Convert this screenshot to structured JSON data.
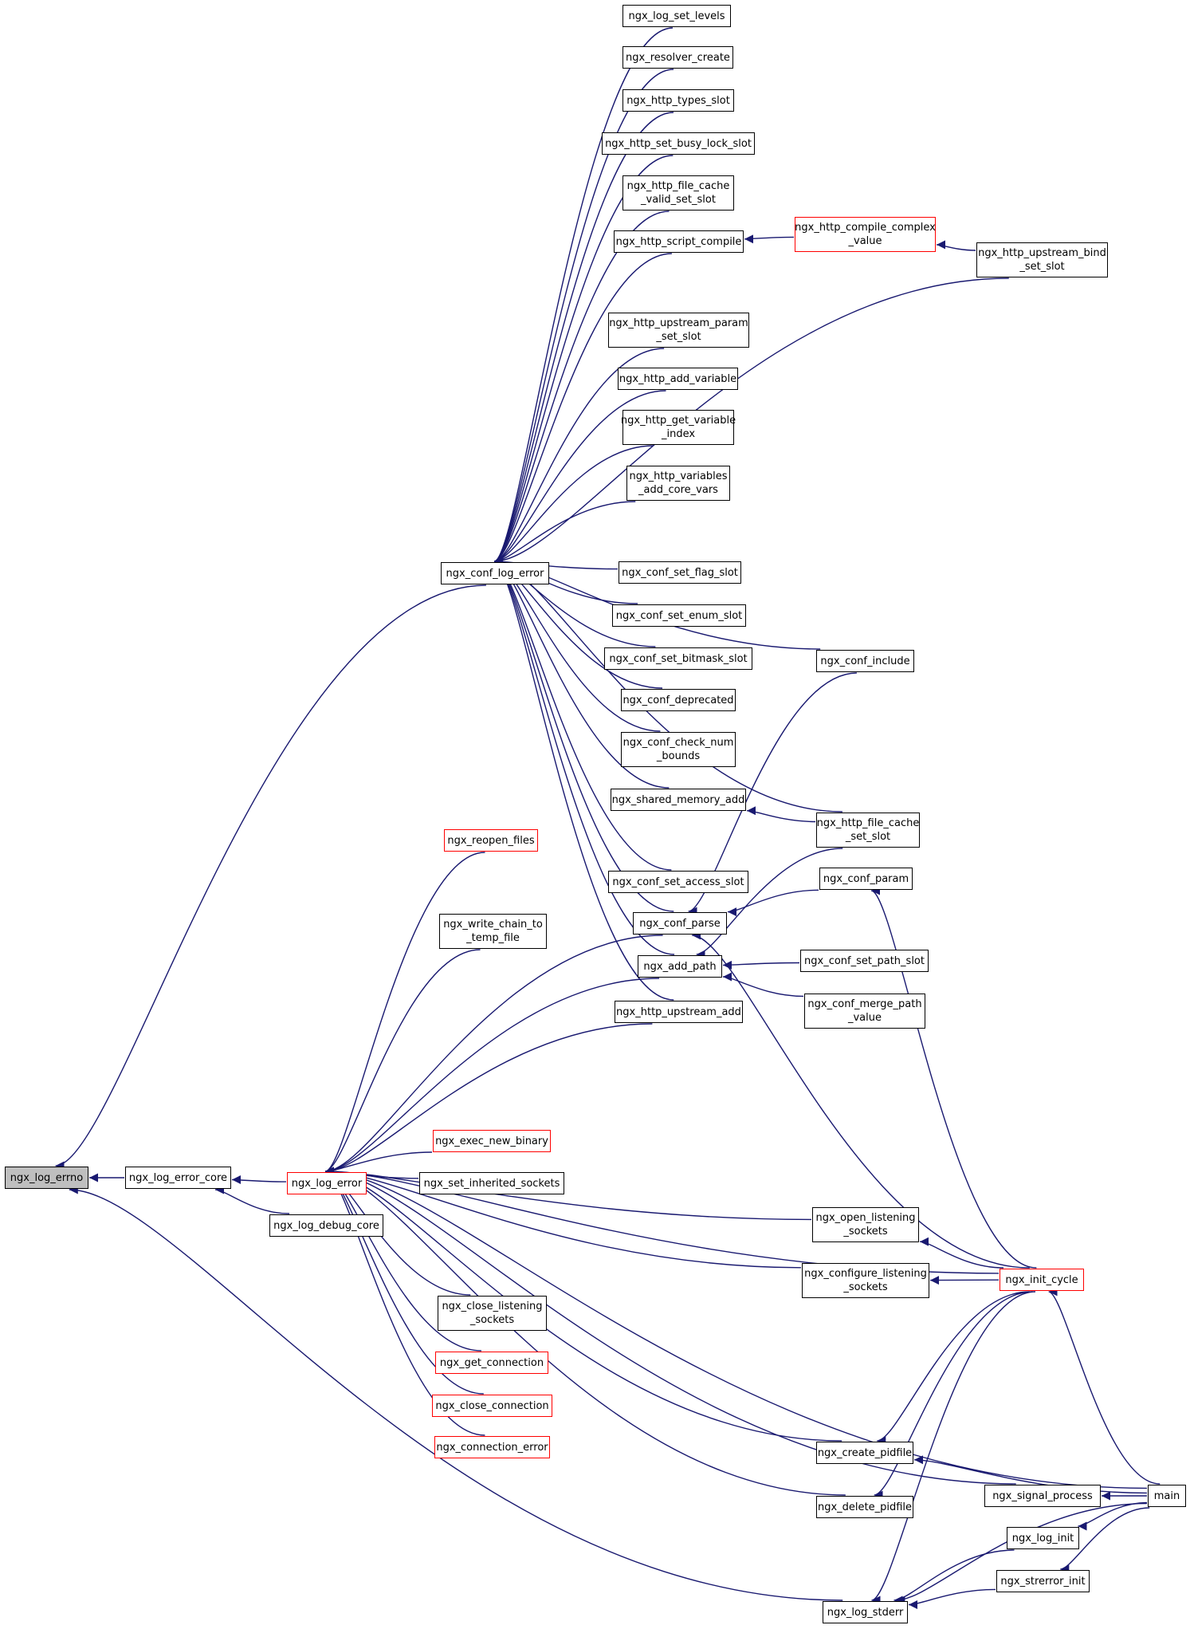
{
  "diagram": {
    "colors": {
      "edge": "#191970",
      "border": "#000000",
      "truncated_border": "#ff0000",
      "root_fill": "#bfbfbf"
    },
    "nodes": [
      {
        "id": "ngx_log_errno",
        "label": "ngx_log_errno",
        "root": true
      },
      {
        "id": "ngx_log_error_core",
        "label": "ngx_log_error_core"
      },
      {
        "id": "ngx_log_error",
        "label": "ngx_log_error",
        "truncated": true
      },
      {
        "id": "ngx_log_debug_core",
        "label": "ngx_log_debug_core"
      },
      {
        "id": "ngx_conf_log_error",
        "label": "ngx_conf_log_error"
      },
      {
        "id": "ngx_log_set_levels",
        "label": "ngx_log_set_levels"
      },
      {
        "id": "ngx_resolver_create",
        "label": "ngx_resolver_create"
      },
      {
        "id": "ngx_http_types_slot",
        "label": "ngx_http_types_slot"
      },
      {
        "id": "ngx_http_set_busy_lock_slot",
        "label": "ngx_http_set_busy_lock_slot"
      },
      {
        "id": "ngx_http_file_cache_valid_set_slot",
        "label": "ngx_http_file_cache\n_valid_set_slot"
      },
      {
        "id": "ngx_http_script_compile",
        "label": "ngx_http_script_compile"
      },
      {
        "id": "ngx_http_compile_complex_value",
        "label": "ngx_http_compile_complex\n_value",
        "truncated": true
      },
      {
        "id": "ngx_http_upstream_bind_set_slot",
        "label": "ngx_http_upstream_bind\n_set_slot"
      },
      {
        "id": "ngx_http_upstream_param_set_slot",
        "label": "ngx_http_upstream_param\n_set_slot"
      },
      {
        "id": "ngx_http_add_variable",
        "label": "ngx_http_add_variable"
      },
      {
        "id": "ngx_http_get_variable_index",
        "label": "ngx_http_get_variable\n_index"
      },
      {
        "id": "ngx_http_variables_add_core_vars",
        "label": "ngx_http_variables\n_add_core_vars"
      },
      {
        "id": "ngx_conf_set_flag_slot",
        "label": "ngx_conf_set_flag_slot"
      },
      {
        "id": "ngx_conf_set_enum_slot",
        "label": "ngx_conf_set_enum_slot"
      },
      {
        "id": "ngx_conf_set_bitmask_slot",
        "label": "ngx_conf_set_bitmask_slot"
      },
      {
        "id": "ngx_conf_deprecated",
        "label": "ngx_conf_deprecated"
      },
      {
        "id": "ngx_conf_check_num_bounds",
        "label": "ngx_conf_check_num\n_bounds"
      },
      {
        "id": "ngx_shared_memory_add",
        "label": "ngx_shared_memory_add"
      },
      {
        "id": "ngx_conf_include",
        "label": "ngx_conf_include"
      },
      {
        "id": "ngx_http_file_cache_set_slot",
        "label": "ngx_http_file_cache\n_set_slot"
      },
      {
        "id": "ngx_reopen_files",
        "label": "ngx_reopen_files",
        "truncated": true
      },
      {
        "id": "ngx_conf_set_access_slot",
        "label": "ngx_conf_set_access_slot"
      },
      {
        "id": "ngx_conf_param",
        "label": "ngx_conf_param"
      },
      {
        "id": "ngx_write_chain_to_temp_file",
        "label": "ngx_write_chain_to\n_temp_file"
      },
      {
        "id": "ngx_conf_parse",
        "label": "ngx_conf_parse"
      },
      {
        "id": "ngx_add_path",
        "label": "ngx_add_path"
      },
      {
        "id": "ngx_conf_set_path_slot",
        "label": "ngx_conf_set_path_slot"
      },
      {
        "id": "ngx_http_upstream_add",
        "label": "ngx_http_upstream_add"
      },
      {
        "id": "ngx_conf_merge_path_value",
        "label": "ngx_conf_merge_path\n_value"
      },
      {
        "id": "ngx_exec_new_binary",
        "label": "ngx_exec_new_binary",
        "truncated": true
      },
      {
        "id": "ngx_set_inherited_sockets",
        "label": "ngx_set_inherited_sockets"
      },
      {
        "id": "ngx_open_listening_sockets",
        "label": "ngx_open_listening\n_sockets"
      },
      {
        "id": "ngx_configure_listening_sockets",
        "label": "ngx_configure_listening\n_sockets"
      },
      {
        "id": "ngx_init_cycle",
        "label": "ngx_init_cycle",
        "truncated": true
      },
      {
        "id": "ngx_close_listening_sockets",
        "label": "ngx_close_listening\n_sockets"
      },
      {
        "id": "ngx_get_connection",
        "label": "ngx_get_connection",
        "truncated": true
      },
      {
        "id": "ngx_close_connection",
        "label": "ngx_close_connection",
        "truncated": true
      },
      {
        "id": "ngx_connection_error",
        "label": "ngx_connection_error",
        "truncated": true
      },
      {
        "id": "ngx_create_pidfile",
        "label": "ngx_create_pidfile"
      },
      {
        "id": "ngx_signal_process",
        "label": "ngx_signal_process"
      },
      {
        "id": "main",
        "label": "main"
      },
      {
        "id": "ngx_delete_pidfile",
        "label": "ngx_delete_pidfile"
      },
      {
        "id": "ngx_log_init",
        "label": "ngx_log_init"
      },
      {
        "id": "ngx_strerror_init",
        "label": "ngx_strerror_init"
      },
      {
        "id": "ngx_log_stderr",
        "label": "ngx_log_stderr"
      }
    ],
    "edges": [
      [
        "ngx_log_error_core",
        "ngx_log_errno"
      ],
      [
        "ngx_conf_log_error",
        "ngx_log_errno"
      ],
      [
        "ngx_log_stderr",
        "ngx_log_errno"
      ],
      [
        "ngx_log_error",
        "ngx_log_error_core"
      ],
      [
        "ngx_log_debug_core",
        "ngx_log_error_core"
      ],
      [
        "ngx_log_set_levels",
        "ngx_conf_log_error"
      ],
      [
        "ngx_resolver_create",
        "ngx_conf_log_error"
      ],
      [
        "ngx_http_types_slot",
        "ngx_conf_log_error"
      ],
      [
        "ngx_http_set_busy_lock_slot",
        "ngx_conf_log_error"
      ],
      [
        "ngx_http_file_cache_valid_set_slot",
        "ngx_conf_log_error"
      ],
      [
        "ngx_http_script_compile",
        "ngx_conf_log_error"
      ],
      [
        "ngx_http_upstream_bind_set_slot",
        "ngx_conf_log_error"
      ],
      [
        "ngx_http_upstream_param_set_slot",
        "ngx_conf_log_error"
      ],
      [
        "ngx_http_add_variable",
        "ngx_conf_log_error"
      ],
      [
        "ngx_http_get_variable_index",
        "ngx_conf_log_error"
      ],
      [
        "ngx_http_variables_add_core_vars",
        "ngx_conf_log_error"
      ],
      [
        "ngx_conf_include",
        "ngx_conf_log_error"
      ],
      [
        "ngx_conf_set_flag_slot",
        "ngx_conf_log_error"
      ],
      [
        "ngx_conf_set_enum_slot",
        "ngx_conf_log_error"
      ],
      [
        "ngx_conf_set_bitmask_slot",
        "ngx_conf_log_error"
      ],
      [
        "ngx_conf_deprecated",
        "ngx_conf_log_error"
      ],
      [
        "ngx_conf_check_num_bounds",
        "ngx_conf_log_error"
      ],
      [
        "ngx_shared_memory_add",
        "ngx_conf_log_error"
      ],
      [
        "ngx_http_file_cache_set_slot",
        "ngx_conf_log_error"
      ],
      [
        "ngx_conf_set_access_slot",
        "ngx_conf_log_error"
      ],
      [
        "ngx_conf_parse",
        "ngx_conf_log_error"
      ],
      [
        "ngx_add_path",
        "ngx_conf_log_error"
      ],
      [
        "ngx_http_upstream_add",
        "ngx_conf_log_error"
      ],
      [
        "ngx_http_compile_complex_value",
        "ngx_http_script_compile"
      ],
      [
        "ngx_http_upstream_bind_set_slot",
        "ngx_http_compile_complex_value"
      ],
      [
        "ngx_http_file_cache_set_slot",
        "ngx_shared_memory_add"
      ],
      [
        "ngx_conf_include",
        "ngx_conf_parse"
      ],
      [
        "ngx_conf_param",
        "ngx_conf_parse"
      ],
      [
        "ngx_init_cycle",
        "ngx_conf_parse"
      ],
      [
        "ngx_http_file_cache_set_slot",
        "ngx_add_path"
      ],
      [
        "ngx_conf_set_path_slot",
        "ngx_add_path"
      ],
      [
        "ngx_conf_merge_path_value",
        "ngx_add_path"
      ],
      [
        "ngx_init_cycle",
        "ngx_conf_param"
      ],
      [
        "ngx_reopen_files",
        "ngx_log_error"
      ],
      [
        "ngx_conf_parse",
        "ngx_log_error"
      ],
      [
        "ngx_write_chain_to_temp_file",
        "ngx_log_error"
      ],
      [
        "ngx_add_path",
        "ngx_log_error"
      ],
      [
        "ngx_http_upstream_add",
        "ngx_log_error"
      ],
      [
        "ngx_init_cycle",
        "ngx_log_error"
      ],
      [
        "main",
        "ngx_log_error"
      ],
      [
        "ngx_exec_new_binary",
        "ngx_log_error"
      ],
      [
        "ngx_set_inherited_sockets",
        "ngx_log_error"
      ],
      [
        "ngx_open_listening_sockets",
        "ngx_log_error"
      ],
      [
        "ngx_configure_listening_sockets",
        "ngx_log_error"
      ],
      [
        "ngx_close_listening_sockets",
        "ngx_log_error"
      ],
      [
        "ngx_get_connection",
        "ngx_log_error"
      ],
      [
        "ngx_close_connection",
        "ngx_log_error"
      ],
      [
        "ngx_connection_error",
        "ngx_log_error"
      ],
      [
        "ngx_create_pidfile",
        "ngx_log_error"
      ],
      [
        "ngx_delete_pidfile",
        "ngx_log_error"
      ],
      [
        "ngx_signal_process",
        "ngx_log_error"
      ],
      [
        "ngx_init_cycle",
        "ngx_open_listening_sockets"
      ],
      [
        "ngx_init_cycle",
        "ngx_configure_listening_sockets"
      ],
      [
        "main",
        "ngx_init_cycle"
      ],
      [
        "ngx_init_cycle",
        "ngx_create_pidfile"
      ],
      [
        "main",
        "ngx_create_pidfile"
      ],
      [
        "ngx_init_cycle",
        "ngx_delete_pidfile"
      ],
      [
        "main",
        "ngx_signal_process"
      ],
      [
        "main",
        "ngx_log_init"
      ],
      [
        "main",
        "ngx_strerror_init"
      ],
      [
        "ngx_init_cycle",
        "ngx_log_stderr"
      ],
      [
        "ngx_log_init",
        "ngx_log_stderr"
      ],
      [
        "ngx_strerror_init",
        "ngx_log_stderr"
      ],
      [
        "main",
        "ngx_log_stderr"
      ]
    ]
  }
}
